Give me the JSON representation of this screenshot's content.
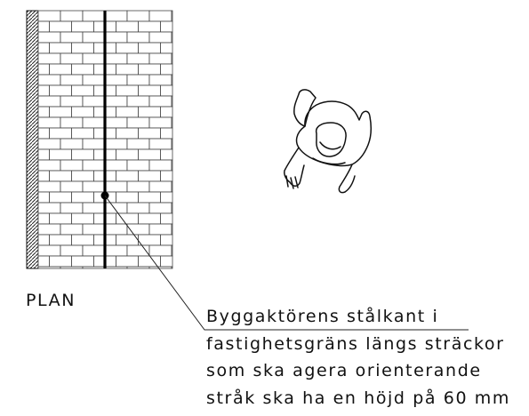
{
  "view_label": "PLAN",
  "annotation": {
    "lines": [
      "Byggaktörens stålkant i",
      "fastighetsgräns längs sträckor",
      "som ska agera orienterande",
      "stråk ska ha en höjd på 60 mm"
    ]
  }
}
